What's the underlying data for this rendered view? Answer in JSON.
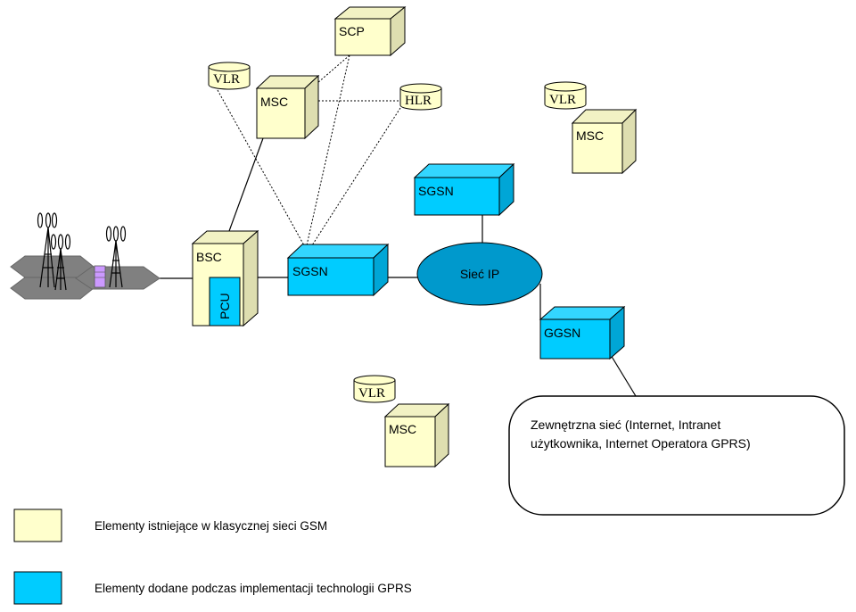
{
  "colors": {
    "gsm": "#ffffcc",
    "gsm_side": "#dedeb0",
    "gsm_top": "#f2f2c4",
    "gprs": "#00ccff",
    "gprs_side": "#00a6d6",
    "gprs_top": "#33d6ff",
    "ip_cloud": "#0099cc",
    "cell": "#808080",
    "handset": "#cc99ff"
  },
  "icons": {
    "antenna": "antenna-tower-icon",
    "cell": "hexagon-cell-icon"
  },
  "nodes": {
    "scp": "SCP",
    "msc_top": "MSC",
    "vlr_top": "VLR",
    "hlr": "HLR",
    "vlr_right": "VLR",
    "msc_right": "MSC",
    "sgsn_top": "SGSN",
    "bsc": "BSC",
    "pcu": "PCU",
    "sgsn_main": "SGSN",
    "ip_network": "Sieć IP",
    "ggsn": "GGSN",
    "vlr_bottom": "VLR",
    "msc_bottom": "MSC"
  },
  "external_network": {
    "line1": "Zewnętrzna sieć (Internet, Intranet",
    "line2": "użytkownika, Internet Operatora GPRS)"
  },
  "legend": {
    "gsm_label": "Elementy istniejące w klasycznej sieci GSM",
    "gprs_label": "Elementy dodane podczas implementacji technologii GPRS"
  }
}
